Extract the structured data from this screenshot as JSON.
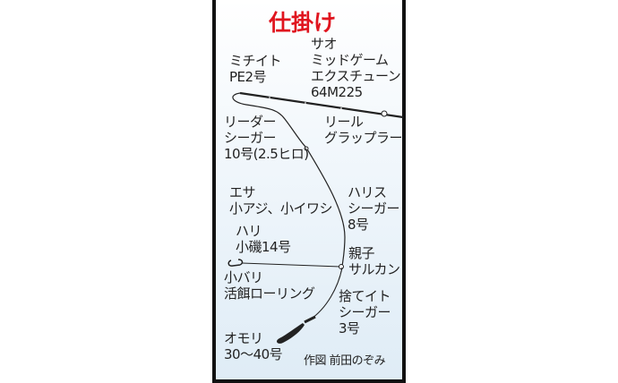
{
  "title": "仕掛け",
  "title_color": "#e0141e",
  "labels": {
    "rod": [
      "サオ",
      "ミッドゲーム",
      "エクスチューン",
      "64M225"
    ],
    "mainline": [
      "ミチイト",
      "PE2号"
    ],
    "leader": [
      "リーダー",
      "シーガー",
      "10号(2.5ヒロ)"
    ],
    "reel": [
      "リール",
      "グラップラー"
    ],
    "bait": [
      "エサ",
      "小アジ、小イワシ"
    ],
    "harisu": [
      "ハリス",
      "シーガー",
      "8号"
    ],
    "hook": [
      "ハリ",
      "小磯14号"
    ],
    "swivel": [
      "親子",
      "サルカン"
    ],
    "small_hook": [
      "小バリ",
      "活餌ローリング"
    ],
    "drop_line": [
      "捨てイト",
      "シーガー",
      "3号"
    ],
    "sinker": [
      "オモリ",
      "30〜40号"
    ],
    "credit": "作図 前田のぞみ"
  }
}
